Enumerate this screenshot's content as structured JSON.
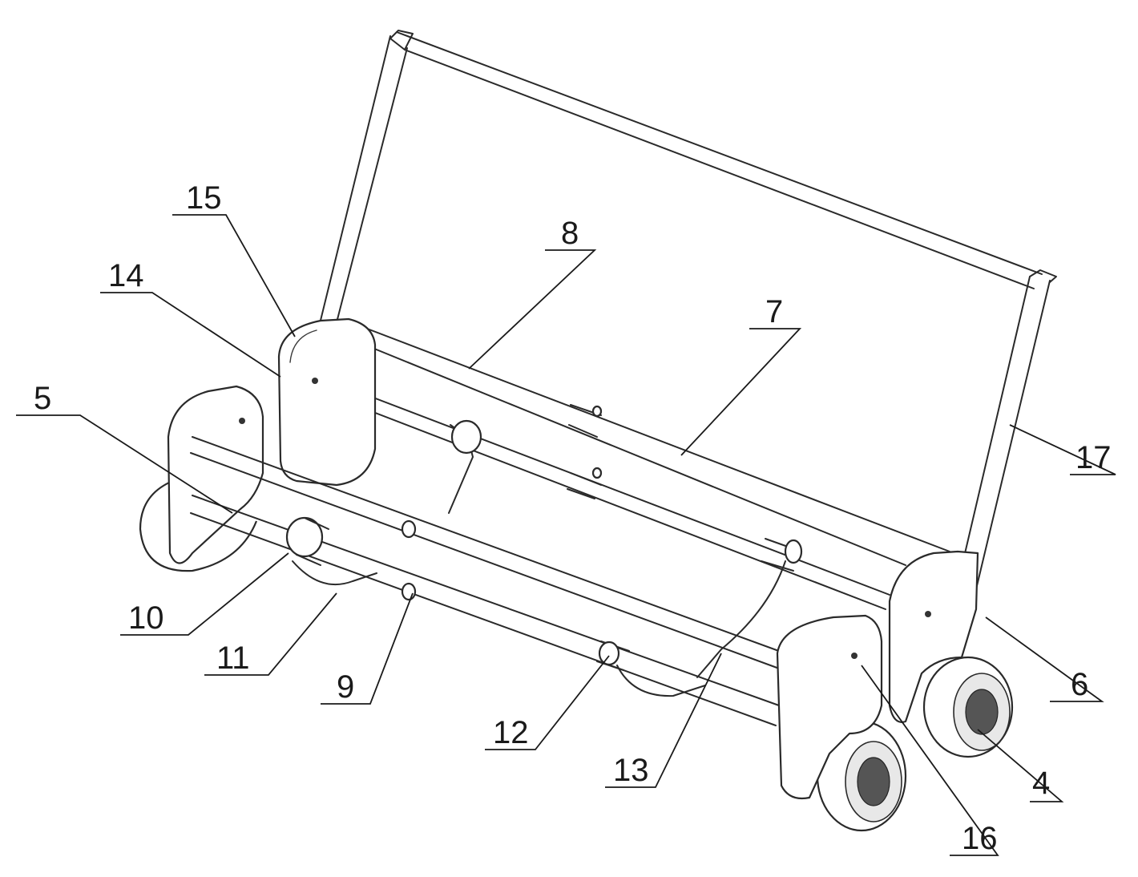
{
  "labels": {
    "l4": "4",
    "l5": "5",
    "l6": "6",
    "l7": "7",
    "l8": "8",
    "l9": "9",
    "l10": "10",
    "l11": "11",
    "l12": "12",
    "l13": "13",
    "l14": "14",
    "l15": "15",
    "l16": "16",
    "l17": "17"
  }
}
